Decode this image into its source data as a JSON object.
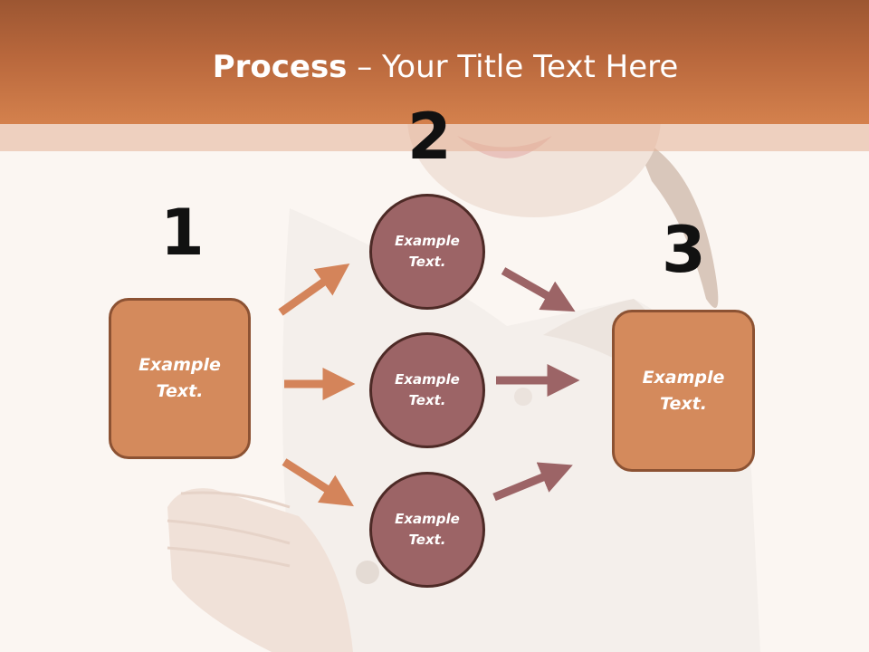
{
  "slide": {
    "title_bold": "Process",
    "title_rest": " – Your Title Text Here"
  },
  "steps": {
    "step1": {
      "number": "1",
      "text": "Example Text."
    },
    "step2": {
      "number": "2",
      "items": [
        {
          "text": "Example Text."
        },
        {
          "text": "Example Text."
        },
        {
          "text": "Example Text."
        }
      ]
    },
    "step3": {
      "number": "3",
      "text": "Example Text."
    }
  },
  "colors": {
    "header": "#c8703f",
    "box_fill": "#d48a5c",
    "box_border": "#8c5233",
    "circle_fill": "#9c6466",
    "circle_border": "#4d2a26",
    "arrow_orange": "#d4845a",
    "arrow_mauve": "#9c6466"
  }
}
